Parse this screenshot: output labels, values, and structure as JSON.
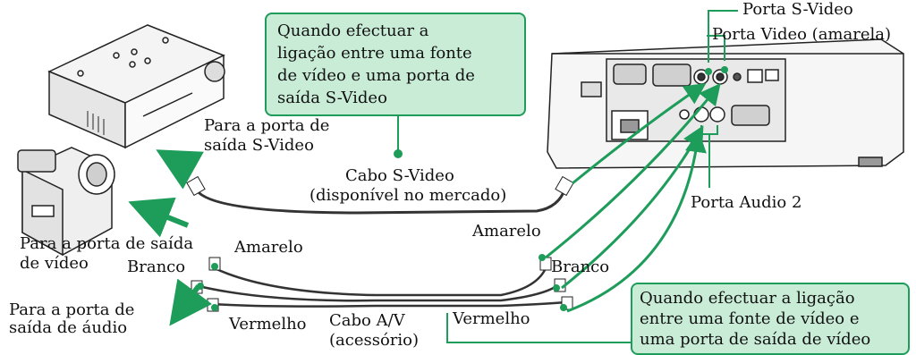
{
  "callouts": {
    "svideo": [
      "Quando efectuar a",
      "ligação entre uma fonte",
      "de vídeo e uma porta de",
      "saída S-Video"
    ],
    "video": [
      "Quando efectuar a ligação",
      "entre uma fonte de vídeo e",
      "uma porta de saída de vídeo"
    ]
  },
  "labels": {
    "porta_svideo": "Porta S-Video",
    "porta_video": "Porta Video (amarela)",
    "porta_audio2": "Porta Audio 2",
    "para_svideo_1": "Para a porta de",
    "para_svideo_2": "saída S-Video",
    "cabo_svideo_1": "Cabo S-Video",
    "cabo_svideo_2": "(disponível no mercado)",
    "para_video_1": "Para a porta de saída",
    "para_video_2": "de vídeo",
    "amarelo_l": "Amarelo",
    "branco_l": "Branco",
    "para_audio_1": "Para a porta de",
    "para_audio_2": "saída de áudio",
    "vermelho_l": "Vermelho",
    "cabo_av_1": "Cabo A/V",
    "cabo_av_2": "(acessório)",
    "amarelo_r": "Amarelo",
    "branco_r": "Branco",
    "vermelho_r": "Vermelho"
  },
  "colors": {
    "accent": "#1e9c5a",
    "callout_fill": "#c9ecd7"
  }
}
